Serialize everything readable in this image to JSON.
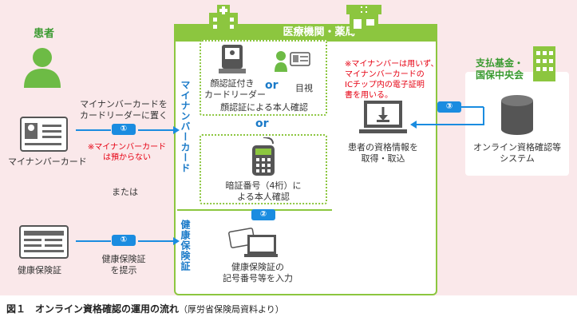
{
  "labels": {
    "patient": "患者",
    "medical": "医療機関・薬局",
    "fund_line1": "支払基金・",
    "fund_line2": "国保中央会",
    "myna_card": "マイナンバーカード",
    "health_card": "健康保険証",
    "myna_vertical": "マイナンバーカード",
    "health_vertical": "健康保険証",
    "or_between": "または",
    "place_line1": "マイナンバーカードを",
    "place_line2": "カードリーダーに置く",
    "not_kept_line1": "※マイナンバーカード",
    "not_kept_line2": "は預からない",
    "present_line1": "健康保険証",
    "present_line2": "を提示",
    "face_line1": "顔認証付き",
    "face_line2": "カードリーダー",
    "or1": "or",
    "visual": "目視",
    "face_confirm": "顔認証による本人確認",
    "or2": "or",
    "pin_line1": "暗証番号（4桁）に",
    "pin_line2": "よる本人確認",
    "input_line1": "健康保険証の",
    "input_line2": "記号番号等を入力",
    "note_line1": "※マイナンバーは用いず、",
    "note_line2": "マイナンバーカードの",
    "note_line3": "ICチップ内の電子証明",
    "note_line4": "書を用いる。",
    "acquire_line1": "患者の資格情報を",
    "acquire_line2": "取得・取込",
    "system_line1": "オンライン資格確認等",
    "system_line2": "システム",
    "badge1a": "①",
    "badge1b": "①",
    "badge2": "②",
    "badge3": "③",
    "caption_main": "図１　オンライン資格確認の運用の流れ",
    "caption_sub": "（厚労省保険局資料より）"
  },
  "colors": {
    "green": "#8cc63f",
    "blue": "#1a8ce0",
    "red": "#e60012",
    "pink": "#fae8ea"
  }
}
